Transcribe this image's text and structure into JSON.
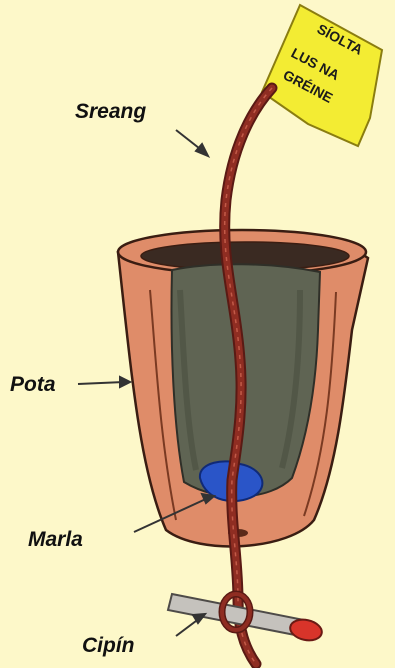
{
  "flag": {
    "lines": [
      "SÍOLTA",
      "LUS NA",
      "GRÉINE"
    ]
  },
  "labels": {
    "string": "Sreang",
    "pot": "Pota",
    "plasticine": "Marla",
    "matchstick": "Cipín"
  },
  "colors": {
    "background": "#fdf8c9",
    "pot": "#df8c69",
    "pot_inner": "#5f6453",
    "string": "#8f2d22",
    "flag": "#f3ec33",
    "plasticine": "#2a55c8",
    "match_head": "#d8342a",
    "match_stick": "#c5c2bd"
  }
}
